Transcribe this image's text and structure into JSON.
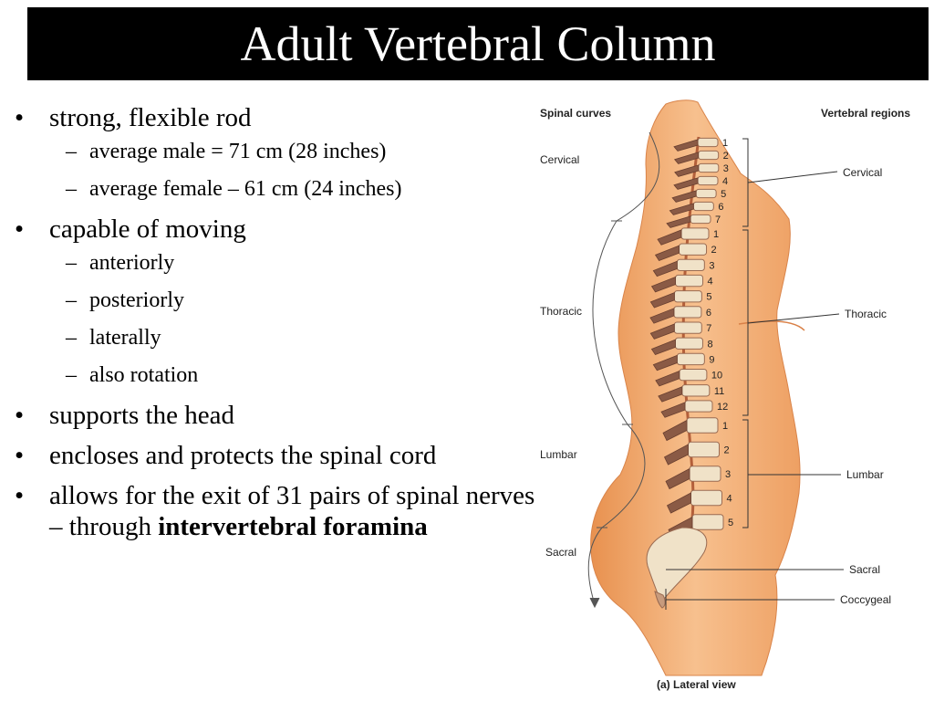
{
  "slide": {
    "title": "Adult Vertebral Column",
    "bullets": [
      {
        "bullet": "•",
        "text": "strong, flexible rod",
        "sub": [
          {
            "dash": "–",
            "text": "average male = 71 cm (28 inches)"
          },
          {
            "dash": "–",
            "text": "average female – 61 cm (24 inches)"
          }
        ]
      },
      {
        "bullet": "•",
        "text": "capable of moving",
        "sub": [
          {
            "dash": "–",
            "text": "anteriorly"
          },
          {
            "dash": "–",
            "text": "posteriorly"
          },
          {
            "dash": "–",
            "text": "laterally"
          },
          {
            "dash": "–",
            "text": "also rotation"
          }
        ]
      },
      {
        "bullet": "•",
        "text": "supports the head"
      },
      {
        "bullet": "•",
        "text": "encloses and protects the spinal cord"
      },
      {
        "bullet": "•",
        "text_before": "allows for the exit of 31 pairs of spinal nerves – through ",
        "text_bold": "intervertebral foramina"
      }
    ]
  },
  "figure": {
    "left_header": "Spinal curves",
    "right_header": "Vertebral regions",
    "curves": [
      "Cervical",
      "Thoracic",
      "Lumbar",
      "Sacral"
    ],
    "regions": [
      "Cervical",
      "Thoracic",
      "Lumbar",
      "Sacral",
      "Coccygeal"
    ],
    "cervical_numbers": [
      "1",
      "2",
      "3",
      "4",
      "5",
      "6",
      "7"
    ],
    "thoracic_numbers": [
      "1",
      "2",
      "3",
      "4",
      "5",
      "6",
      "7",
      "8",
      "9",
      "10",
      "11",
      "12"
    ],
    "lumbar_numbers": [
      "1",
      "2",
      "3",
      "4",
      "5"
    ],
    "caption": "(a) Lateral view",
    "colors": {
      "body": "#f5b27a",
      "body_shadow": "#e08a4d",
      "bone": "#f0e2c8",
      "bone_dark": "#9a6b52",
      "line": "#333333"
    }
  }
}
